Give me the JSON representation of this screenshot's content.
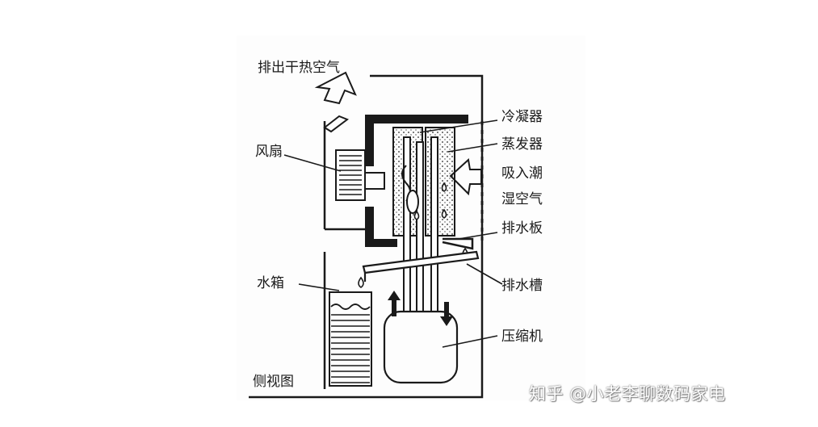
{
  "labels": {
    "exhaust": "排出干热空气",
    "fan": "风扇",
    "condenser": "冷凝器",
    "evaporator": "蒸发器",
    "intake_line1": "吸入潮",
    "intake_line2": "湿空气",
    "drain_plate": "排水板",
    "water_tank": "水箱",
    "drain_trough": "排水槽",
    "compressor": "压缩机",
    "view": "侧视图"
  },
  "watermark": "知乎 @小老李聊数码家电"
}
